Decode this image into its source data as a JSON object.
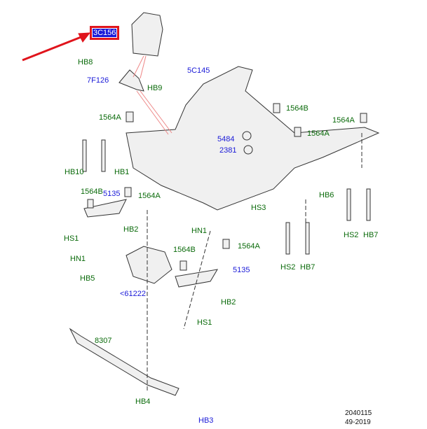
{
  "labels": {
    "part_3c156": "3C156",
    "hb8": "HB8",
    "part_7f126": "7F126",
    "hb9": "HB9",
    "part_5c145": "5C145",
    "p1564a_1": "1564A",
    "hb10": "HB10",
    "hb1": "HB1",
    "p1564b_1": "1564B",
    "part_5135_1": "5135",
    "p1564a_2": "1564A",
    "hb2_1": "HB2",
    "hs1_1": "HS1",
    "hn1_1": "HN1",
    "hb5": "HB5",
    "part_61222": "<61222",
    "p1564b_2": "1564B",
    "part_5484": "5484",
    "part_2381": "2381",
    "p1564a_3": "1564A",
    "p1564a_4": "1564A",
    "hb6": "HB6",
    "hs3": "HS3",
    "hs2_1": "HS2",
    "hb7_1": "HB7",
    "hs2_2": "HS2",
    "hb7_2": "HB7",
    "hn1_2": "HN1",
    "p1564a_5": "1564A",
    "p1564b_3": "1564B",
    "part_5135_2": "5135",
    "hb2_2": "HB2",
    "hs1_2": "HS1",
    "part_8307": "8307",
    "hb4": "HB4",
    "hb3": "HB3"
  },
  "footer": {
    "code": "2040115",
    "date": "49-2019"
  },
  "colors": {
    "part_link": "#1a1ad8",
    "fastener": "#0b6b0b",
    "highlight": "#e0141c"
  },
  "selected_part": "3C156"
}
